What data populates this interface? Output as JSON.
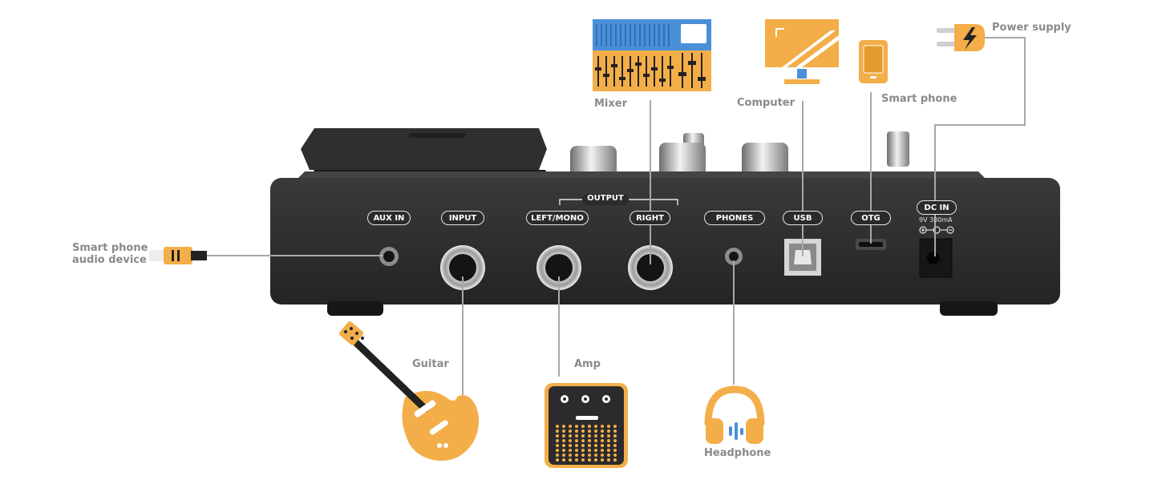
{
  "devices": {
    "mixer": "Mixer",
    "computer": "Computer",
    "smartphone": "Smart phone",
    "power": "Power supply",
    "aux_device_line1": "Smart phone",
    "aux_device_line2": "audio device",
    "guitar": "Guitar",
    "amp": "Amp",
    "headphone": "Headphone"
  },
  "ports": {
    "aux_in": "AUX IN",
    "input": "INPUT",
    "output_group": "OUTPUT",
    "left_mono": "LEFT/MONO",
    "right": "RIGHT",
    "phones": "PHONES",
    "usb": "USB",
    "otg": "OTG",
    "dc_in": "DC IN",
    "dc_spec": "9V 300mA"
  },
  "colors": {
    "accent": "#f3ae49",
    "accent_dark": "#e39a2c",
    "mixer_blue": "#4a90d9",
    "device_body": "#2b2b2d",
    "line": "#a8a8a8",
    "label": "#8a8a8a"
  },
  "icons": [
    "mixer-icon",
    "computer-icon",
    "smartphone-icon",
    "power-plug-icon",
    "aux-cable-icon",
    "guitar-icon",
    "amp-icon",
    "headphone-icon"
  ]
}
